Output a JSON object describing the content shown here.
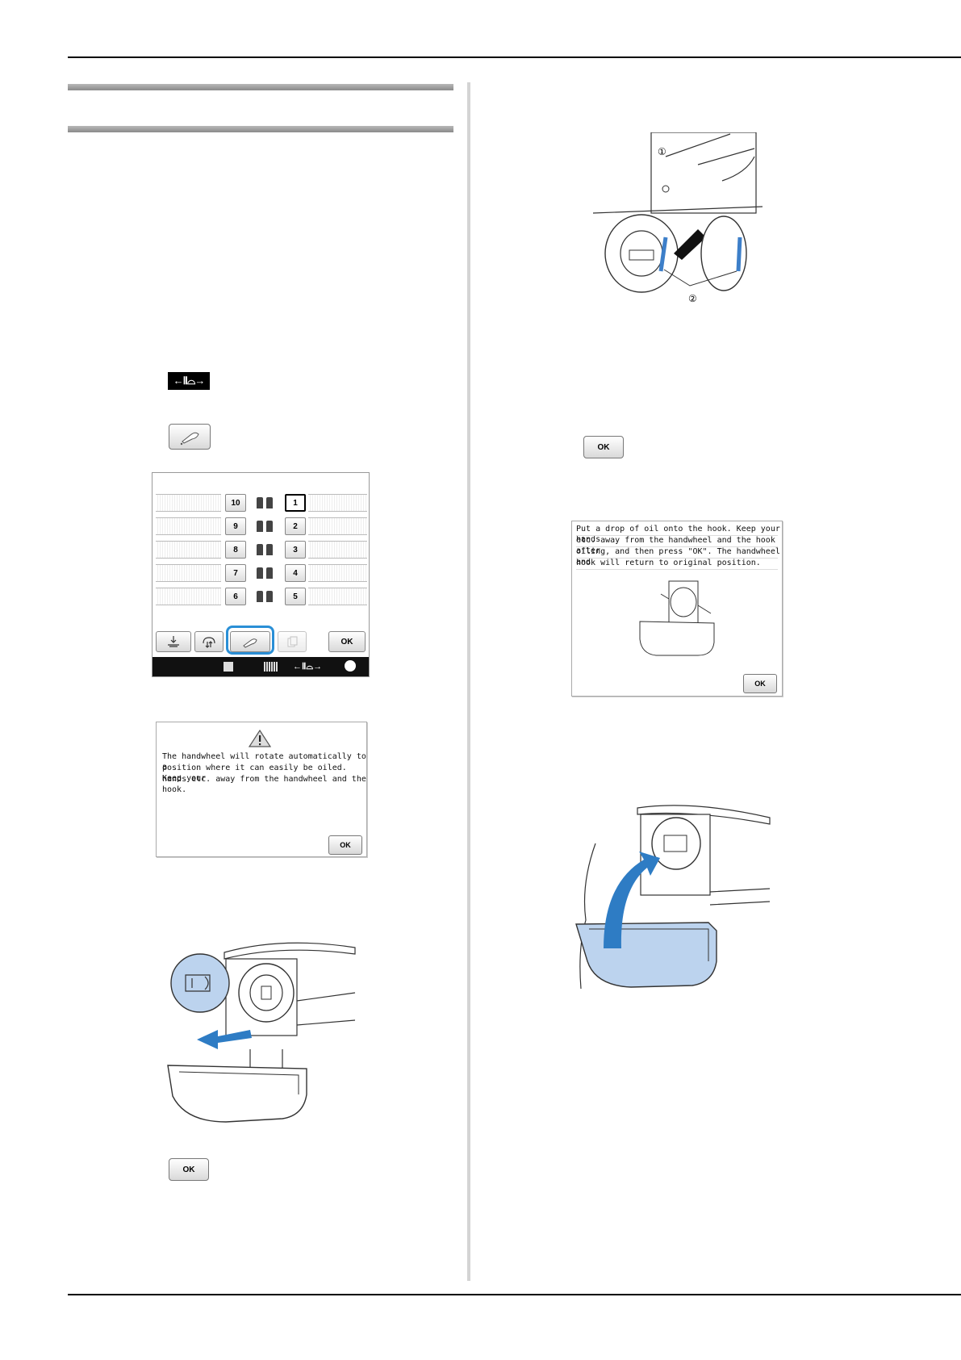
{
  "icons": {
    "embroidery_frame_key": "←Ⅱ⌓→",
    "oil_drop_key": "oil-drop-icon",
    "ok_label": "OK"
  },
  "needle_panel": {
    "rows": [
      {
        "left": "10",
        "right": "1"
      },
      {
        "left": "9",
        "right": "2"
      },
      {
        "left": "8",
        "right": "3"
      },
      {
        "left": "7",
        "right": "4"
      },
      {
        "left": "6",
        "right": "5"
      }
    ],
    "ok_label": "OK",
    "status_frame": "←Ⅱ⌓→"
  },
  "warning_dialog": {
    "lines": [
      "The handwheel will rotate automatically to a",
      "position where it can easily be oiled. Keep your",
      "hands etc. away from the handwheel and the hook."
    ],
    "ok_label": "OK"
  },
  "oil_dialog": {
    "lines": [
      "Put a drop of oil onto the hook. Keep your hands",
      "etc. away from the handwheel and the hook after",
      "oiling, and then press \"OK\". The handwheel and",
      "hook will return to original position."
    ],
    "ok_label": "OK"
  },
  "callouts": {
    "one": "①",
    "two": "②"
  },
  "colors": {
    "highlight": "#2a8fd6",
    "arrow_blue": "#2e7cc4",
    "cover_blue": "#bcd3ee",
    "marker_blue": "#3d7fc9"
  }
}
